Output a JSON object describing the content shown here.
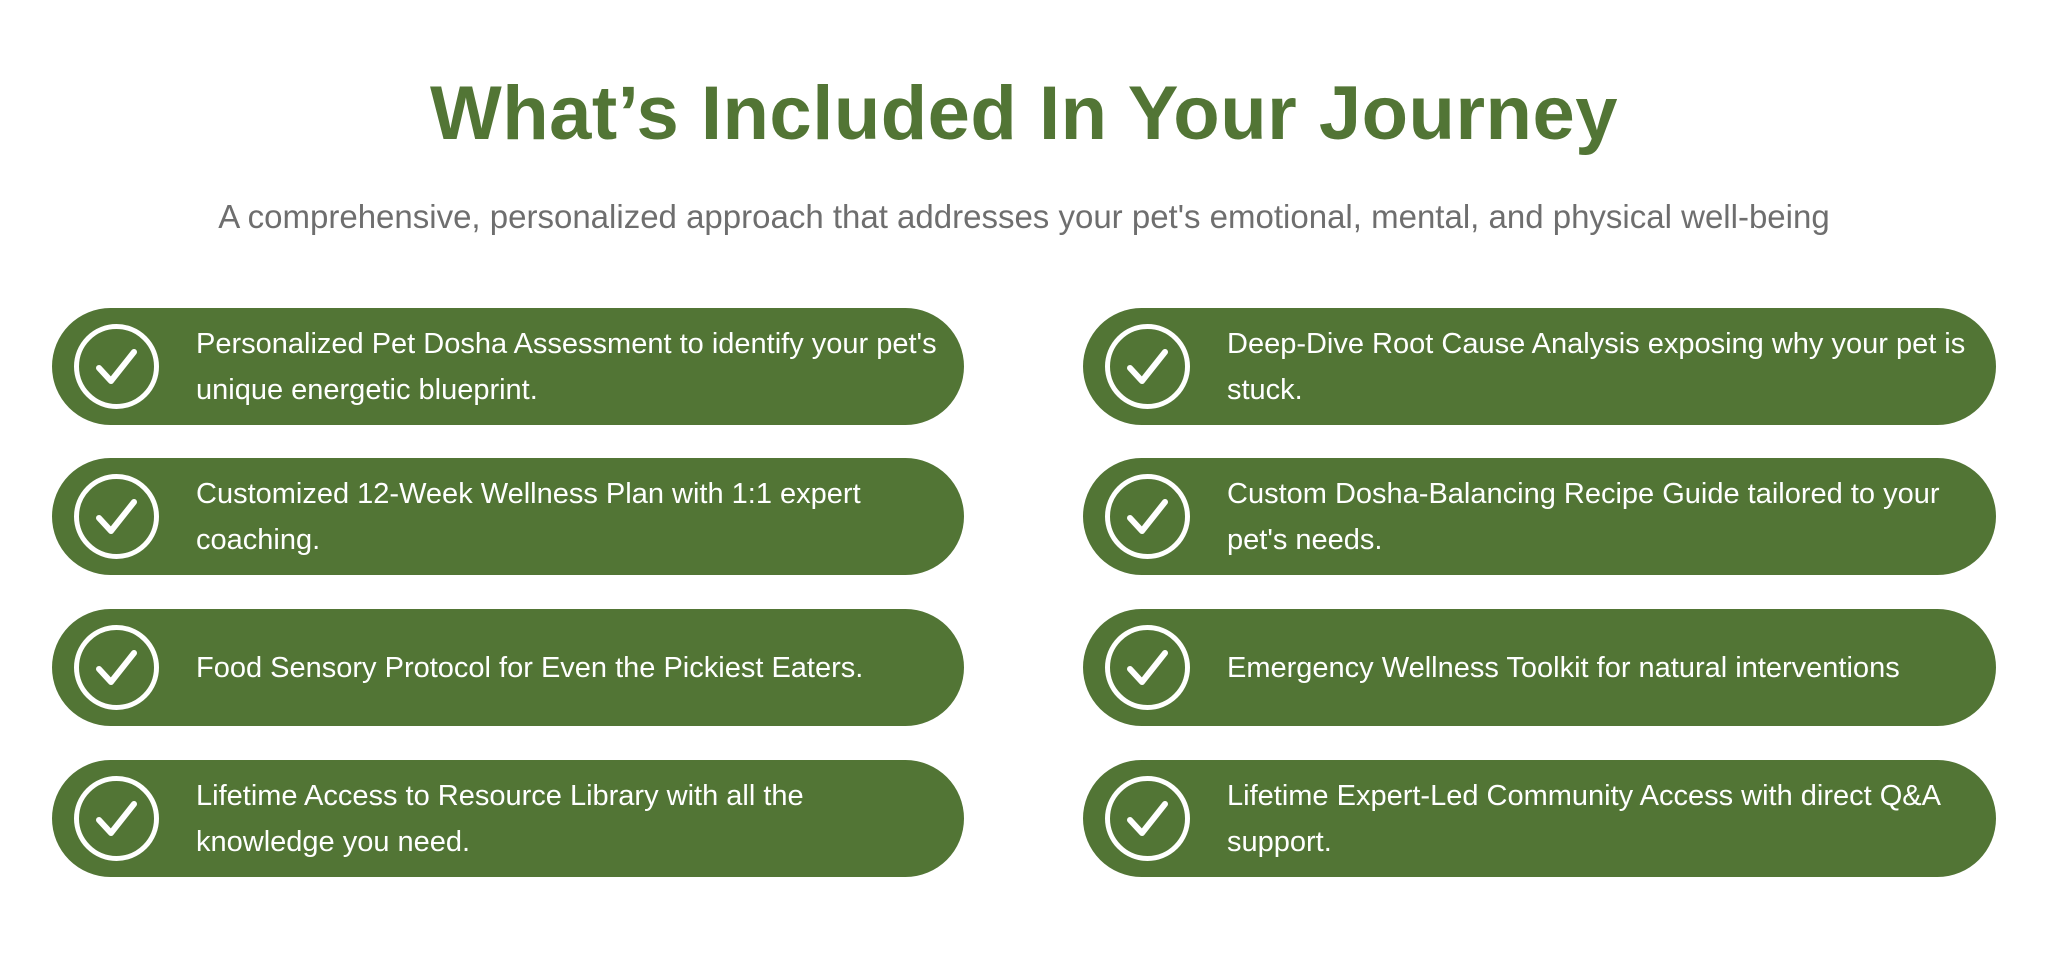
{
  "header": {
    "title": "What’s Included In Your Journey",
    "subtitle": "A comprehensive, personalized approach that addresses your pet's emotional, mental, and physical well-being"
  },
  "colors": {
    "brand_green": "#527535",
    "subtitle_gray": "#6e6e6e"
  },
  "features": {
    "left": [
      "Personalized Pet Dosha Assessment to identify your pet's unique energetic blueprint.",
      "Customized 12-Week Wellness Plan with 1:1 expert coaching.",
      "Food Sensory Protocol for Even the Pickiest Eaters.",
      "Lifetime Access to Resource Library with all the knowledge you need."
    ],
    "right": [
      "Deep-Dive Root Cause Analysis exposing why your pet is stuck.",
      "Custom Dosha-Balancing Recipe Guide tailored to your pet's needs.",
      "Emergency Wellness Toolkit for natural interventions",
      "Lifetime Expert-Led Community Access with direct Q&A support."
    ],
    "icon": "check-circle-icon"
  }
}
